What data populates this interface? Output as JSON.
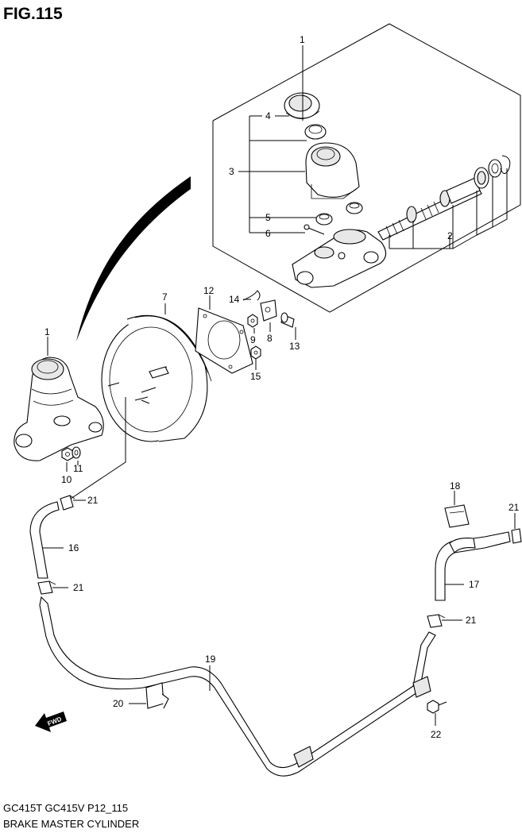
{
  "figure": {
    "title": "FIG.115",
    "model_code": "GC415T GC415V P12_115",
    "caption": "BRAKE MASTER CYLINDER",
    "direction_arrow": "FWD"
  },
  "callouts": {
    "p1_top": "1",
    "p1_left": "1",
    "p2": "2",
    "p3": "3",
    "p4": "4",
    "p5": "5",
    "p6": "6",
    "p7": "7",
    "p8": "8",
    "p9": "9",
    "p10": "10",
    "p11": "11",
    "p12": "12",
    "p13": "13",
    "p14": "14",
    "p15": "15",
    "p16": "16",
    "p17": "17",
    "p18": "18",
    "p19": "19",
    "p20": "20",
    "p21_a": "21",
    "p21_b": "21",
    "p21_c": "21",
    "p21_d": "21",
    "p22": "22"
  }
}
